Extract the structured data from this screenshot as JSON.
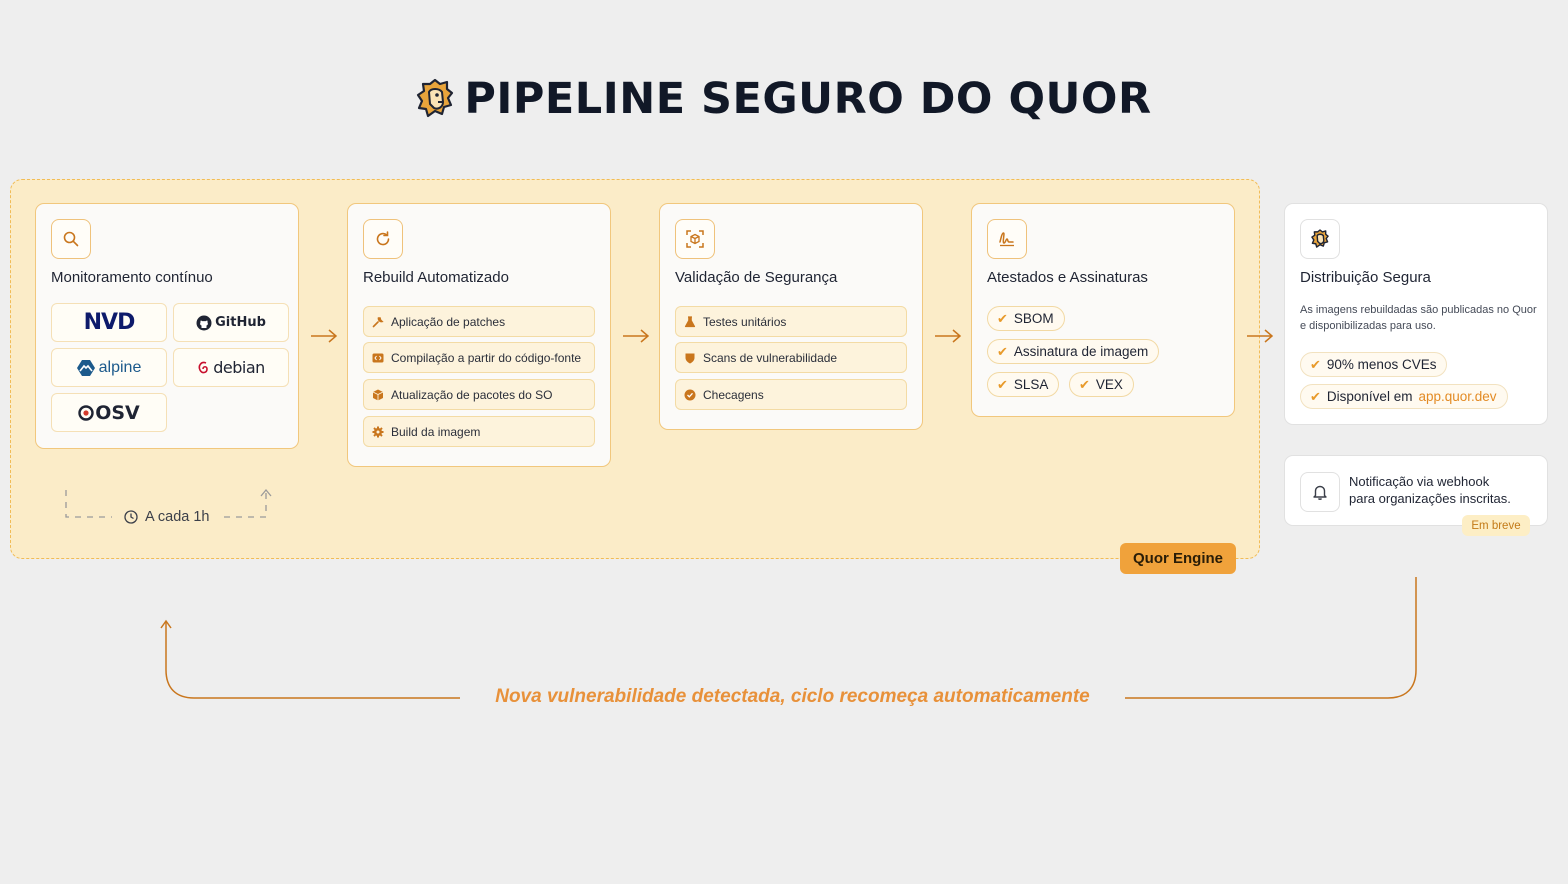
{
  "title": "PIPELINE SEGURO DO QUOR",
  "engine_label": "Quor Engine",
  "stages": {
    "monitor": {
      "title": "Monitoramento contínuo",
      "sources": [
        "NVD",
        "GitHub",
        "alpine",
        "debian",
        "OSV"
      ],
      "frequency": "A cada 1h"
    },
    "rebuild": {
      "title": "Rebuild Automatizado",
      "steps": [
        "Aplicação de patches",
        "Compilação a partir do código-fonte",
        "Atualização de pacotes do SO",
        "Build da imagem"
      ]
    },
    "validation": {
      "title": "Validação de Segurança",
      "steps": [
        "Testes unitários",
        "Scans de vulnerabilidade",
        "Checagens"
      ]
    },
    "attest": {
      "title": "Atestados e Assinaturas",
      "pills": [
        "SBOM",
        "Assinatura de imagem",
        "SLSA",
        "VEX"
      ]
    },
    "distribution": {
      "title": "Distribuição Segura",
      "description": "As imagens rebuildadas são publicadas no Quor e disponibilizadas para uso.",
      "pill_cves": "90% menos CVEs",
      "pill_available_prefix": "Disponível em",
      "pill_available_link": "app.quor.dev"
    }
  },
  "notification": {
    "line1": "Notificação via webhook",
    "line2": "para organizações inscritas.",
    "badge": "Em breve"
  },
  "cycle_text": "Nova vulnerabilidade detectada, ciclo recomeça automaticamente",
  "colors": {
    "accent": "#e8913a",
    "engine_bg": "#fbecc8",
    "engine_border": "#f1bc57",
    "badge": "#f0a23b"
  }
}
